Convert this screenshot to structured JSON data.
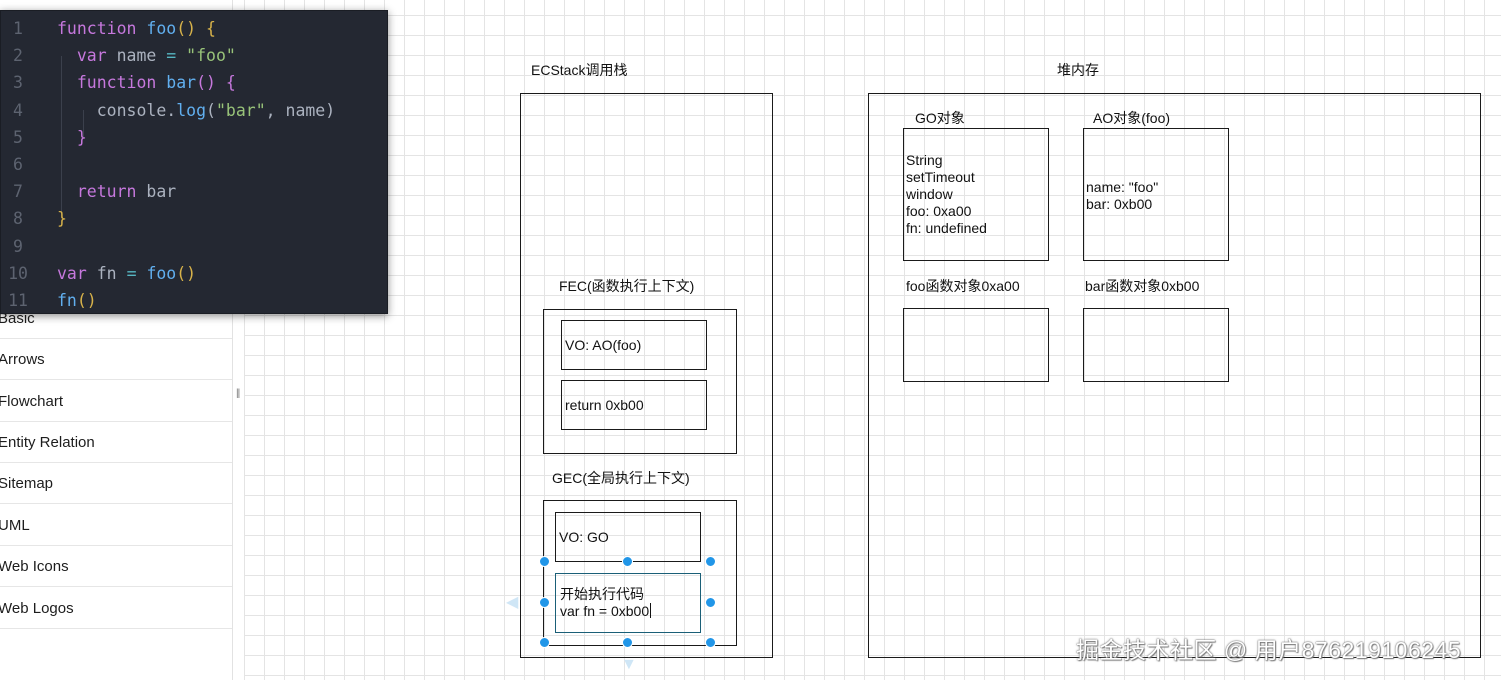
{
  "sidebar": {
    "items": [
      {
        "label": "Basic"
      },
      {
        "label": "Arrows"
      },
      {
        "label": "Flowchart"
      },
      {
        "label": "Entity Relation"
      },
      {
        "label": "Sitemap"
      },
      {
        "label": "UML"
      },
      {
        "label": "Web Icons"
      },
      {
        "label": "Web Logos"
      }
    ]
  },
  "code_panel": {
    "lines": [
      {
        "num": "1",
        "tokens": [
          {
            "t": "function ",
            "c": "kw"
          },
          {
            "t": "foo",
            "c": "fn"
          },
          {
            "t": "() {",
            "c": "paren"
          }
        ]
      },
      {
        "num": "2",
        "tokens": [
          {
            "t": "  var ",
            "c": "kw"
          },
          {
            "t": "name ",
            "c": "var"
          },
          {
            "t": "= ",
            "c": "op"
          },
          {
            "t": "\"foo\"",
            "c": "str"
          }
        ]
      },
      {
        "num": "3",
        "tokens": [
          {
            "t": "  function ",
            "c": "kw"
          },
          {
            "t": "bar",
            "c": "fn"
          },
          {
            "t": "() {",
            "c": "paren2"
          }
        ]
      },
      {
        "num": "4",
        "tokens": [
          {
            "t": "    console.",
            "c": "var"
          },
          {
            "t": "log",
            "c": "method"
          },
          {
            "t": "(",
            "c": "var"
          },
          {
            "t": "\"bar\"",
            "c": "str"
          },
          {
            "t": ", name)",
            "c": "var"
          }
        ]
      },
      {
        "num": "5",
        "tokens": [
          {
            "t": "  }",
            "c": "paren2"
          }
        ]
      },
      {
        "num": "6",
        "tokens": []
      },
      {
        "num": "7",
        "tokens": [
          {
            "t": "  return ",
            "c": "kw"
          },
          {
            "t": "bar",
            "c": "var"
          }
        ]
      },
      {
        "num": "8",
        "tokens": [
          {
            "t": "}",
            "c": "paren"
          }
        ]
      },
      {
        "num": "9",
        "tokens": []
      },
      {
        "num": "10",
        "tokens": [
          {
            "t": "var ",
            "c": "kw"
          },
          {
            "t": "fn ",
            "c": "var"
          },
          {
            "t": "= ",
            "c": "op"
          },
          {
            "t": "foo",
            "c": "fn"
          },
          {
            "t": "()",
            "c": "paren"
          }
        ]
      },
      {
        "num": "11",
        "tokens": [
          {
            "t": "fn",
            "c": "fn"
          },
          {
            "t": "()",
            "c": "paren"
          }
        ]
      }
    ]
  },
  "diagram": {
    "ecstack_title": "ECStack调用栈",
    "heap_title": "堆内存",
    "fec_label": "FEC(函数执行上下文)",
    "fec_vo": "VO: AO(foo)",
    "fec_return": "return 0xb00",
    "gec_label": "GEC(全局执行上下文)",
    "gec_vo": "VO: GO",
    "gec_exec_line1": "开始执行代码",
    "gec_exec_line2": "var fn = 0xb00",
    "go_title": "GO对象",
    "go_contents": "String\nsetTimeout\nwindow\nfoo: 0xa00\nfn: undefined",
    "ao_title": "AO对象(foo)",
    "ao_contents": "name: \"foo\"\nbar: 0xb00",
    "foo_fn_title": "foo函数对象0xa00",
    "bar_fn_title": "bar函数对象0xb00"
  },
  "watermark": "掘金技术社区 @ 用户876219106245",
  "colors": {
    "code_bg": "#242832",
    "selection_handle": "#2196e8"
  }
}
